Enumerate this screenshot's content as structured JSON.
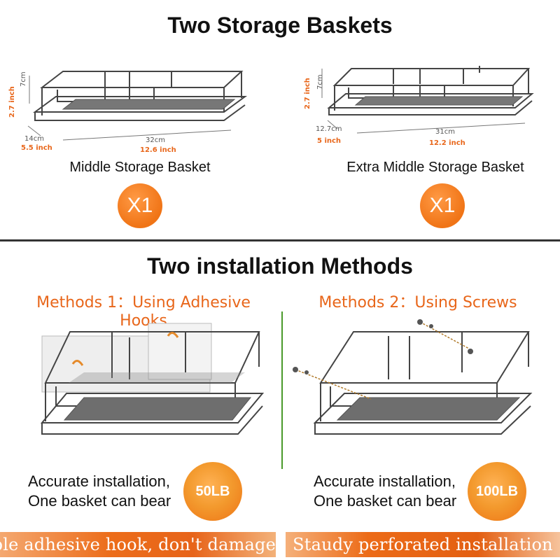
{
  "top": {
    "title": "Two Storage Baskets",
    "left": {
      "height_cm": "7cm",
      "height_in": "2.7 inch",
      "depth_cm": "14cm",
      "depth_in": "5.5 inch",
      "width_cm": "32cm",
      "width_in": "12.6 inch",
      "caption": "Middle Storage Basket",
      "qty": "X1"
    },
    "right": {
      "height_cm": "7cm",
      "height_in": "2.7 inch",
      "depth_cm": "12.7cm",
      "depth_in": "5 inch",
      "width_cm": "31cm",
      "width_in": "12.2 inch",
      "caption": "Extra Middle Storage Basket",
      "qty": "X1"
    }
  },
  "bottom": {
    "title": "Two installation Methods",
    "method1": {
      "title": "Methods 1：Using Adhesive Hooks",
      "line1": "Accurate installation,",
      "line2": "One basket can bear",
      "load": "50LB",
      "banner": "Simple adhesive hook, don't damage wall"
    },
    "method2": {
      "title": "Methods 2：Using Screws",
      "line1": "Accurate installation,",
      "line2": "One basket can bear",
      "load": "100LB",
      "banner": "Staudy perforated installation"
    }
  },
  "colors": {
    "accent": "#f07416",
    "divider": "#333333",
    "green_divider": "#4a9a2a"
  }
}
